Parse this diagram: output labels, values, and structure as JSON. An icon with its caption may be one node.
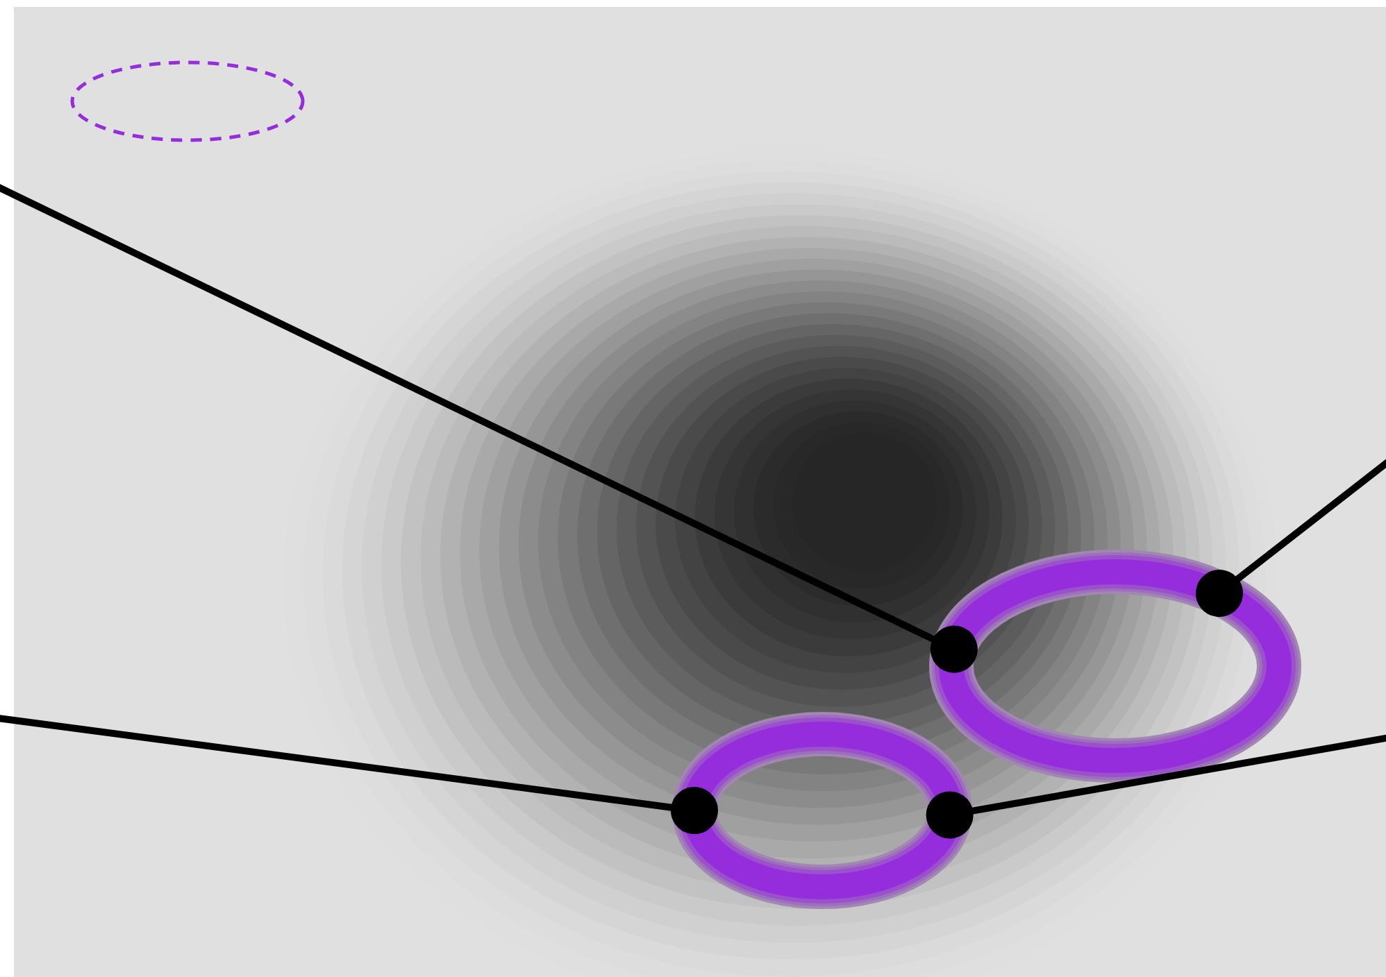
{
  "diagram": {
    "nodes": [
      {
        "text": [],
        "shape": "circle"
      },
      {
        "text": [],
        "shape": "circle"
      },
      {
        "text": [],
        "shape": "circle"
      }
    ],
    "edges": [
      {
        "from": null,
        "to": 1,
        "arrow": "other"
      },
      {
        "from": null,
        "to": 1,
        "arrow": "other"
      },
      {
        "from": null,
        "to": 2,
        "arrow": "other"
      },
      {
        "from": null,
        "to": 2,
        "arrow": "other"
      }
    ]
  }
}
